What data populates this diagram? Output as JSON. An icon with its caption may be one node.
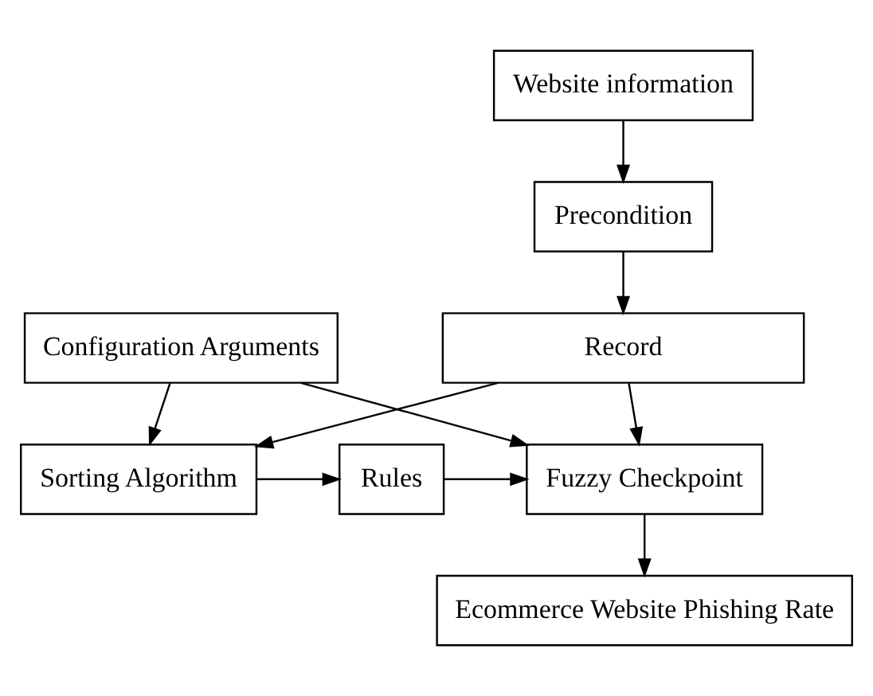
{
  "diagram": {
    "nodes": [
      {
        "text": [
          "Configuration Arguments"
        ]
      },
      {
        "text": [
          "Website information"
        ]
      },
      {
        "text": [
          "Precondition"
        ]
      },
      {
        "text": [
          "Record"
        ]
      },
      {
        "text": [
          "Sorting Algorithm"
        ]
      },
      {
        "text": [
          "Rules"
        ]
      },
      {
        "text": [
          "Fuzzy Checkpoint"
        ]
      },
      {
        "text": [
          "Ecommerce Website Phishing Rate"
        ]
      }
    ],
    "edges": [
      {
        "from": 0,
        "to": 4,
        "arrow": "to"
      },
      {
        "from": 0,
        "to": 6,
        "arrow": "to"
      },
      {
        "from": 1,
        "to": 2,
        "arrow": "to"
      },
      {
        "from": 2,
        "to": 3,
        "arrow": "to"
      },
      {
        "from": 3,
        "to": 4,
        "arrow": "to"
      },
      {
        "from": 3,
        "to": 6,
        "arrow": "to"
      },
      {
        "from": 4,
        "to": 5,
        "arrow": "to"
      },
      {
        "from": 5,
        "to": 6,
        "arrow": "to"
      },
      {
        "from": 6,
        "to": 7,
        "arrow": "to"
      }
    ]
  }
}
